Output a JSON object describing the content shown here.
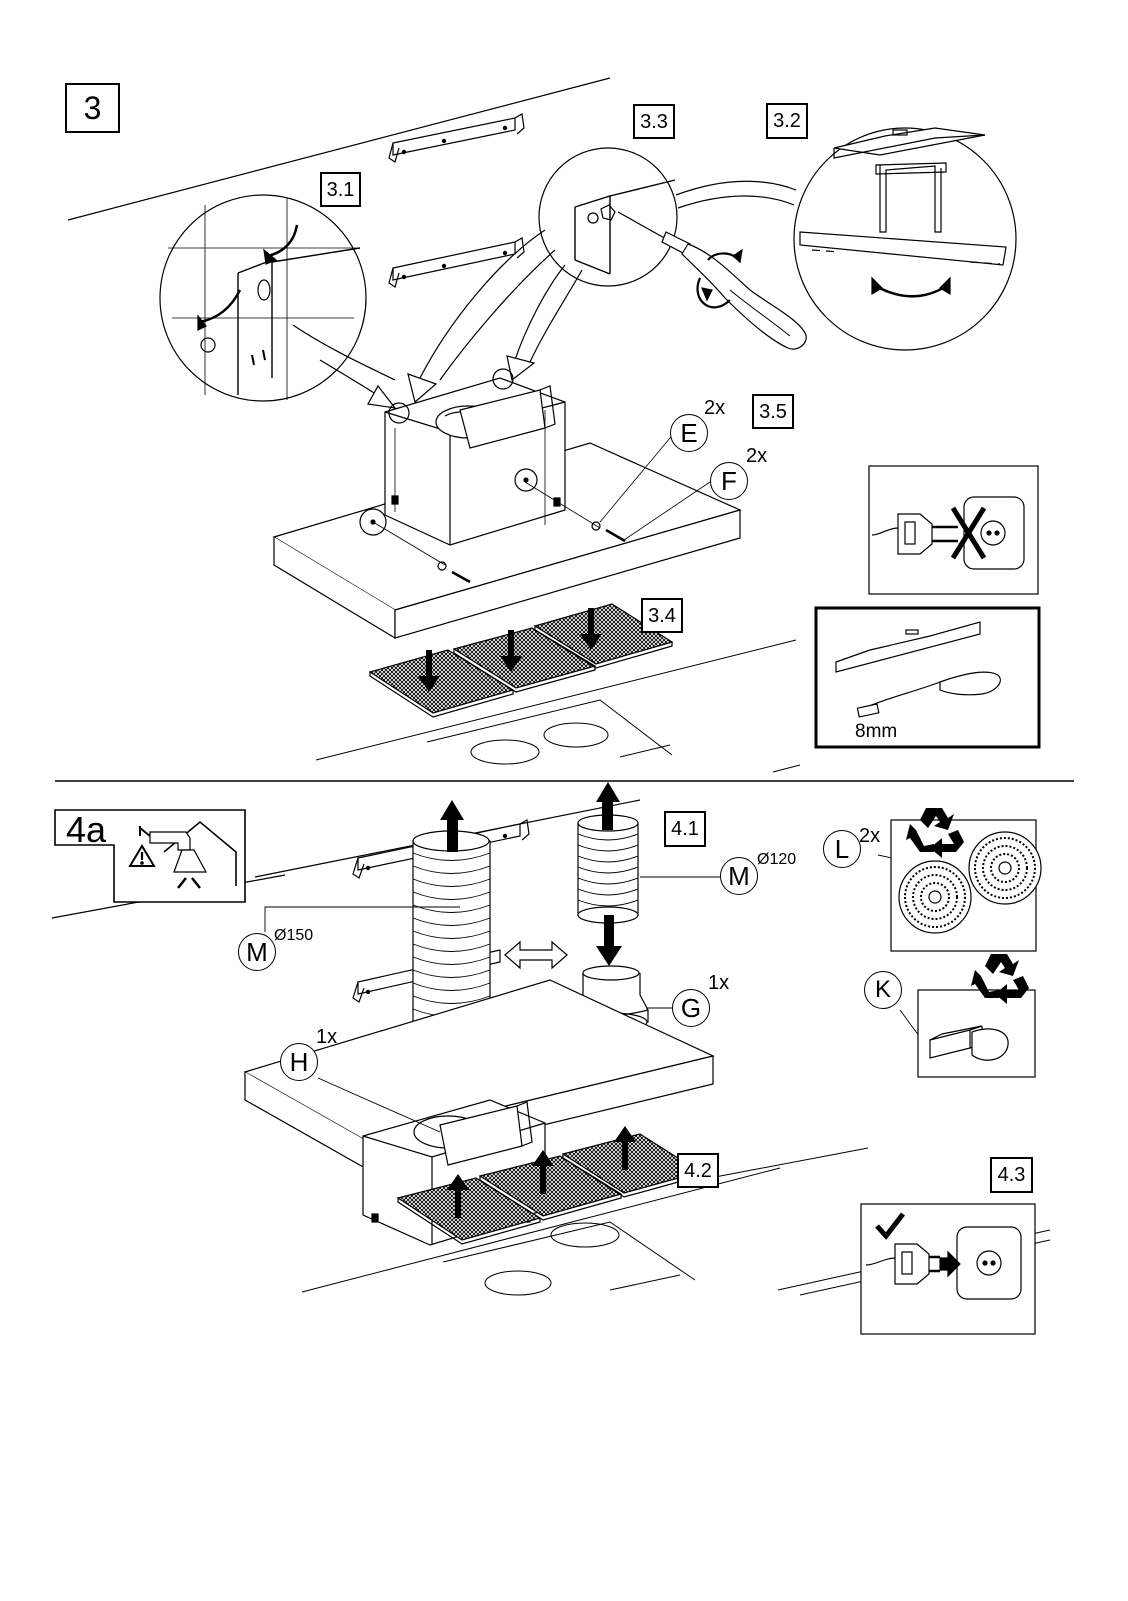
{
  "steps": {
    "s3": "3",
    "s3_1": "3.1",
    "s3_2": "3.2",
    "s3_3": "3.3",
    "s3_4": "3.4",
    "s3_5": "3.5",
    "s4a": "4a",
    "s4_1": "4.1",
    "s4_2": "4.2",
    "s4_3": "4.3"
  },
  "parts": {
    "E": {
      "letter": "E",
      "qty": "2x"
    },
    "F": {
      "letter": "F",
      "qty": "2x"
    },
    "G": {
      "letter": "G",
      "qty": "1x"
    },
    "H": {
      "letter": "H",
      "qty": "1x"
    },
    "M150": {
      "letter": "M",
      "size": "Ø150"
    },
    "M120": {
      "letter": "M",
      "size": "Ø120"
    },
    "L": {
      "letter": "L",
      "qty": "2x"
    },
    "K": {
      "letter": "K"
    }
  },
  "tools": {
    "screwdriver_size": "8mm"
  },
  "icons": {
    "unplug": "plug-disconnected-icon",
    "plug_in": "plug-connected-icon",
    "recycle": "recycle-icon",
    "warning": "warning-triangle-icon",
    "check": "checkmark-icon"
  }
}
